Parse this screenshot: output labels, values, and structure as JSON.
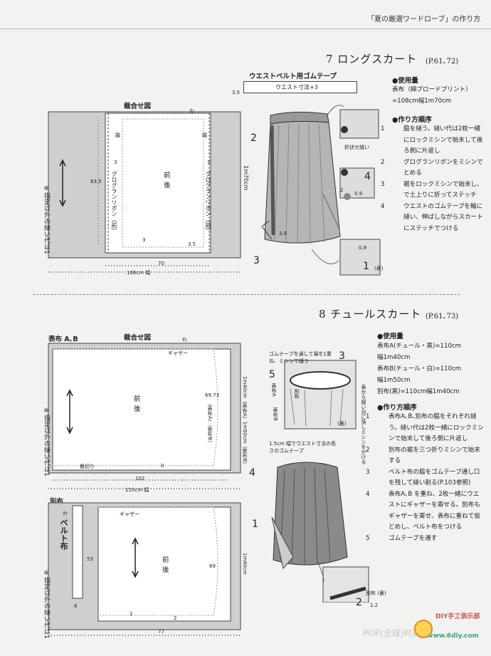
{
  "header": {
    "series": "「夏の厳選ワードローブ」の作り方"
  },
  "section7": {
    "title": "7 ロングスカート",
    "pages": "(P.61､72)",
    "belt_label": "ウエストベルト用ゴムテープ",
    "belt_size": "ウエスト寸法+3",
    "belt_width": "3.5",
    "cut_title": "裁合せ図",
    "fold_mark": "わ",
    "side_label": "脇",
    "front_back": [
      "前",
      "後"
    ],
    "ribbon": "グログランリボン（前）",
    "ribbon2": "グログランリボン（前）",
    "dim_83": "83.5",
    "dim_3a": "3",
    "dim_3b": "3",
    "dim_3c": "3",
    "dim_35": "3.5",
    "dim_70": "70",
    "width_total": "108cm 幅",
    "length": "1m70cm",
    "note": "※指定以外の縫い代は1",
    "fold_stitch": "折伏せ縫い",
    "num_38": "3.8",
    "num_09": "0.9",
    "num_08": "0.8",
    "omote": "(表)",
    "materials_h": "●使用量",
    "materials": [
      "表布（綿ブロードプリント）",
      "=108cm幅1m70cm"
    ],
    "steps_h": "●作り方順序",
    "steps": [
      {
        "n": "1",
        "t": "脇を縫う。縫い代は2枚一緒にロックミシンで始末して後ろ側に片返し"
      },
      {
        "n": "2",
        "t": "グログランリボンをミシンでとめる"
      },
      {
        "n": "3",
        "t": "裾をロックミシンで始末し、で土上りに折ってステッチ"
      },
      {
        "n": "4",
        "t": "ウエストのゴムテープを輪に縫い、伸ばしながらスカートにステッチでつける"
      }
    ],
    "callouts": [
      "2",
      "3",
      "4",
      "1",
      "2"
    ]
  },
  "section8": {
    "title": "8 チュールスカート",
    "pages": "(P.61､73)",
    "outer_label": "表布 A､B",
    "cut_title": "裁合せ図",
    "fold_mark": "わ",
    "gather": "ギャザー",
    "front_back": [
      "前",
      "後"
    ],
    "dim_6973": "69.73",
    "ab_label": "（表布A）（表布B）",
    "length_ab": "1m40cm（表布A）1m50cm（表布B）",
    "hem_cut": "裁切り",
    "zero": "0",
    "dim_102": "102",
    "width_110": "110cm 幅",
    "note": "※指定以外の縫い代は1",
    "belt_cloth": "別布",
    "belt_fold": "わ",
    "belt_name": "ベルト布",
    "gather2": "ギャザー",
    "dim_53": "53",
    "dim_6": "6",
    "dim_69": "69",
    "length_b": "1m40cm",
    "dim_1": "1",
    "dim_2": "2",
    "dim_77": "77",
    "rubber_note": "ゴムテープを通して端を1重ね、ミシンで縫う",
    "elastic_note": "1.5cm 幅でウエスト寸法の長さのゴムテープ",
    "back_stitch": "表から縫い目に落しミシンをかける",
    "ura": "(裏)",
    "belt_ura": "別布 (裏)",
    "dim_12": "1.2",
    "outer_a": "表布A",
    "outer_b": "表布B",
    "bettu": "別布",
    "materials_h": "●使用量",
    "materials": [
      "表布A(チュール・黒)=110cm",
      "幅1m40cm",
      "表布B(チュール・白)=110cm",
      "幅1m50cm",
      "別布(黒)=110cm幅1m40cm"
    ],
    "steps_h": "●作り方順序",
    "steps": [
      {
        "n": "1",
        "t": "表布A､B､別布の脇をそれぞれ縫う。縫い代は2枚一緒にロックミシンで始末して後ろ側に片返し"
      },
      {
        "n": "2",
        "t": "別布の裾を三つ折りミシンで始末する"
      },
      {
        "n": "3",
        "t": "ベルト布の脇をゴムテープ通し口を残して縫い割る(P.103参照)"
      },
      {
        "n": "4",
        "t": "表布A､B を重ね、2枚一緒にウエストにギャザーを寄せる。別布もギャザーを寄せ、表布に重ねて仮どめし、ベルト布をつける"
      },
      {
        "n": "5",
        "t": "ゴムテープを通す"
      }
    ],
    "callouts": [
      "3",
      "5",
      "4",
      "1",
      "2"
    ]
  },
  "watermark": {
    "site": "www.6diy.com",
    "brand": "DIY手工俱乐部",
    "pop": "POP(全球)时尚网"
  }
}
